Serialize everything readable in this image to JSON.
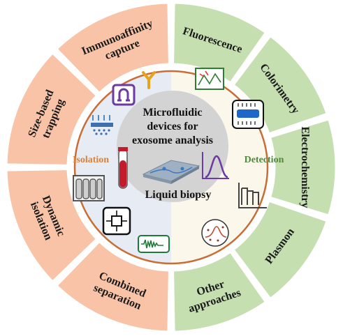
{
  "center": {
    "line1": "Microfluidic",
    "line2": "devices for",
    "line3": "exosome analysis",
    "bottom": "Liquid biopsy"
  },
  "labels": {
    "isolation": "Isolation",
    "detection": "Detection"
  },
  "isolation_segments": [
    {
      "line1": "Immunoaffinity",
      "line2": "capture"
    },
    {
      "line1": "Size-based",
      "line2": "trapping"
    },
    {
      "line1": "Dynamic",
      "line2": "isolation"
    },
    {
      "line1": "Combined",
      "line2": "separation"
    }
  ],
  "detection_segments": [
    {
      "line1": "Fluorescence",
      "line2": ""
    },
    {
      "line1": "Colorimetry",
      "line2": ""
    },
    {
      "line1": "Electrochemistry",
      "line2": ""
    },
    {
      "line1": "Plasmon",
      "line2": ""
    },
    {
      "line1": "Other",
      "line2": "approaches"
    }
  ],
  "colors": {
    "isolation_fill": "#f8c3a6",
    "detection_fill": "#c5dfb1",
    "ring_stroke": "#c86d35",
    "inner_left": "#e6ebf4",
    "inner_right": "#fbf7ea",
    "center_fill": "#d3d3d3"
  },
  "icons": [
    "magnet-chip-icon",
    "antibody-icon",
    "filter-membrane-icon",
    "pillar-array-icon",
    "chip-circuit-icon",
    "acoustic-wave-icon",
    "blood-tube-icon",
    "microfluidic-chip-icon",
    "gaussian-curve-icon",
    "fluorescence-spectrum-icon",
    "colorimetry-device-icon",
    "current-steps-icon",
    "plasmon-particles-icon"
  ]
}
